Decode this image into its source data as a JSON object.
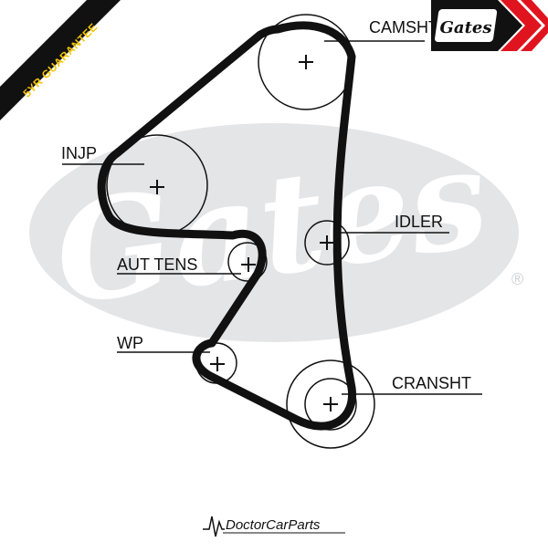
{
  "badge": {
    "text": "5YR GUARANTEE",
    "color": "#f5c400"
  },
  "brand": {
    "logo_text": "Gates",
    "accent": "#e0141e",
    "watermark_text": "Gates",
    "watermark_mark": "®"
  },
  "labels": {
    "camshaft": "CAMSHT",
    "injection_pump": "INJP",
    "idler": "IDLER",
    "auto_tensioner": "AUT TENS",
    "water_pump": "WP",
    "crankshaft": "CRANSHT"
  },
  "footer": {
    "text": "DoctorCarParts",
    "icon": "heartbeat-icon"
  }
}
